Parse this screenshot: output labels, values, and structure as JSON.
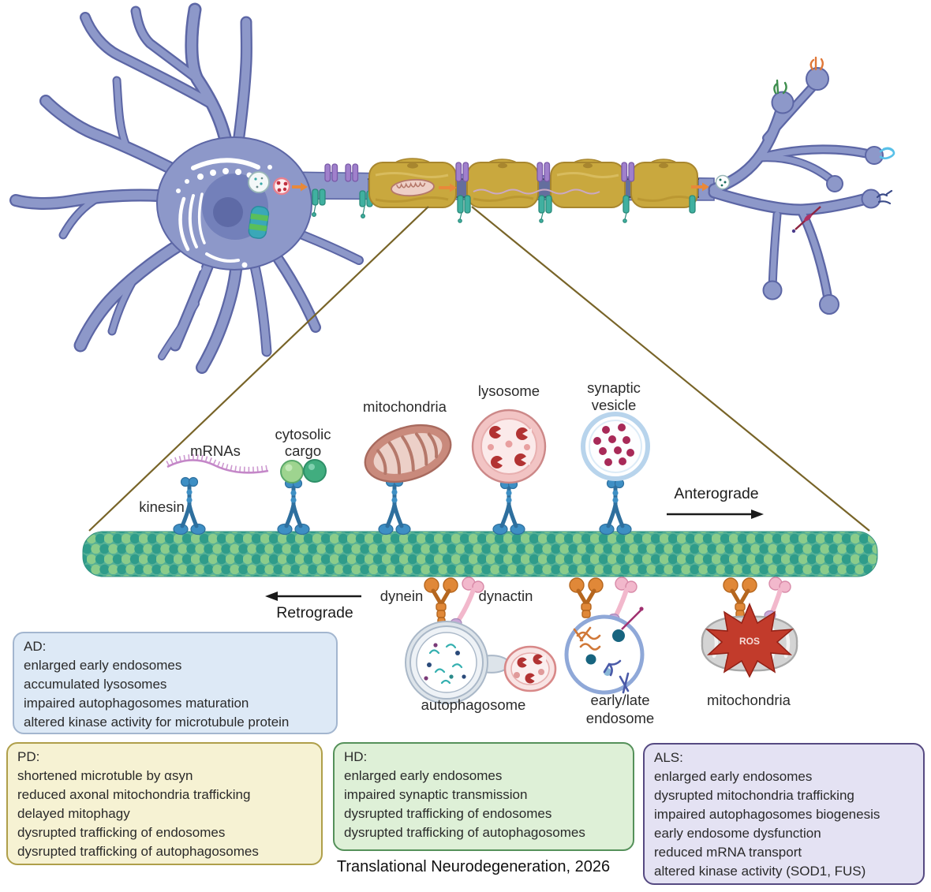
{
  "figure": {
    "caption": "Translational Neurodegeneration, 2026",
    "transport": {
      "anterograde": "Anterograde",
      "retrograde": "Retrograde"
    },
    "labels": {
      "kinesin": "kinesin",
      "mrnas": "mRNAs",
      "cytosolic_line1": "cytosolic",
      "cytosolic_line2": "cargo",
      "mitochondria_top": "mitochondria",
      "lysosome": "lysosome",
      "synaptic_line1": "synaptic",
      "synaptic_line2": "vesicle",
      "dynein": "dynein",
      "dynactin": "dynactin",
      "autophagosome": "autophagosome",
      "endosome_line1": "early/late",
      "endosome_line2": "endosome",
      "mitochondria_bottom": "mitochondria",
      "ros": "ROS"
    },
    "disease_boxes": [
      {
        "id": "AD",
        "title": "AD:",
        "items": [
          "enlarged early endosomes",
          "accumulated lysosomes",
          "impaired autophagosomes maturation",
          "altered kinase activity for microtubule protein"
        ],
        "fill": "#dde9f6",
        "border": "#a3b6cf"
      },
      {
        "id": "PD",
        "title": "PD:",
        "items": [
          "shortened microtuble by αsyn",
          "reduced axonal mitochondria trafficking",
          "delayed mitophagy",
          "dysrupted trafficking of endosomes",
          "dysrupted trafficking of autophagosomes"
        ],
        "fill": "#f6f2d3",
        "border": "#af9f4a"
      },
      {
        "id": "HD",
        "title": "HD:",
        "items": [
          "enlarged early endosomes",
          "impaired synaptic transmission",
          "dysrupted trafficking of endosomes",
          "dysrupted trafficking of autophagosomes"
        ],
        "fill": "#def0d7",
        "border": "#55915a"
      },
      {
        "id": "ALS",
        "title": "ALS:",
        "items": [
          "enlarged early endosomes",
          "dysrupted mitochondria trafficking",
          "impaired autophagosomes biogenesis",
          "early endosome dysfunction",
          "reduced mRNA transport",
          "altered kinase activity (SOD1, FUS)"
        ],
        "fill": "#e4e2f3",
        "border": "#564a82"
      }
    ],
    "colors": {
      "neuron_body": "#8d98c9",
      "neuron_outline": "#5c66a5",
      "nucleus": "#7380ba",
      "nucleolus": "#5e6aa6",
      "myelin_fill": "#c9a83e",
      "myelin_outline": "#a8862e",
      "microtubule_green": "#8bcc8b",
      "microtubule_teal": "#2f9c8a",
      "kinesin_blue": "#3e8fc4",
      "dynein_orange": "#e08838",
      "dynactin_pink": "#f2b8cc",
      "lysosome_pink": "#e09090",
      "synaptic_vesicle_ring": "#b8d4ec",
      "ros_red": "#c23b2b",
      "zoom_line": "#786428"
    }
  }
}
